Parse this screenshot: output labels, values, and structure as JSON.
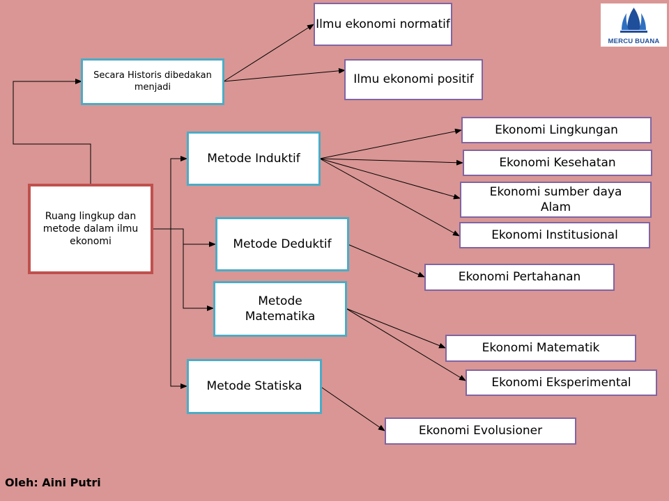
{
  "diagram": {
    "root": "Ruang lingkup dan metode dalam ilmu ekonomi",
    "historis": {
      "label": "Secara Historis dibedakan menjadi",
      "children": [
        "Ilmu ekonomi normatif",
        "Ilmu ekonomi positif"
      ]
    },
    "metode": [
      {
        "label": "Metode Induktif",
        "children": [
          "Ekonomi Lingkungan",
          "Ekonomi Kesehatan",
          "Ekonomi sumber daya Alam",
          "Ekonomi Institusional"
        ]
      },
      {
        "label": "Metode Deduktif",
        "children": [
          "Ekonomi Pertahanan"
        ]
      },
      {
        "label": "Metode Matematika",
        "children": [
          "Ekonomi Matematik",
          "Ekonomi Eksperimental"
        ]
      },
      {
        "label": "Metode Statiska",
        "children": [
          "Ekonomi Evolusioner"
        ]
      }
    ]
  },
  "footer": "Oleh: Aini Putri",
  "logo": {
    "text": "MERCU BUANA",
    "color": "#1f4e9a"
  },
  "colors": {
    "background": "#d99694",
    "teal_border": "#4bacc6",
    "purple_border": "#8064a2",
    "root_border": "#c0504d"
  }
}
